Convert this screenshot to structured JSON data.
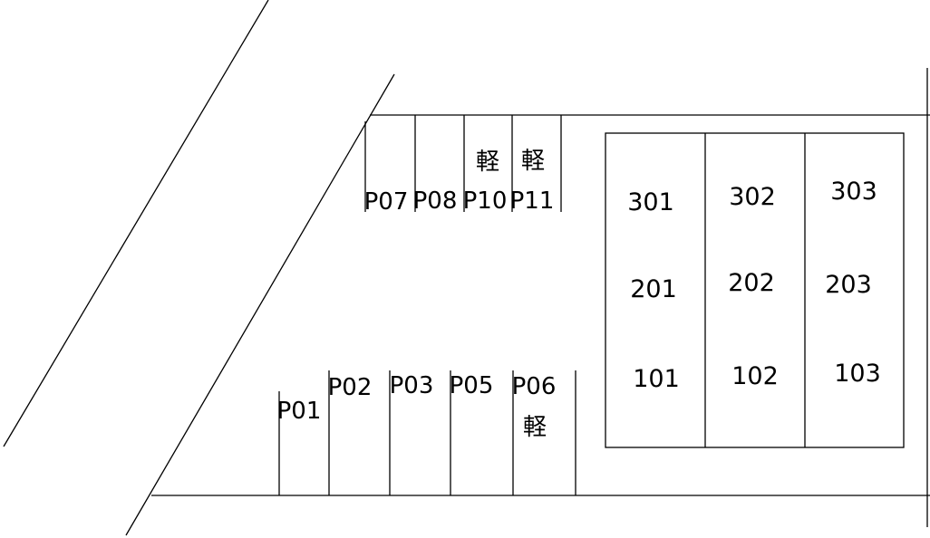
{
  "parking": {
    "top_row": [
      {
        "id": "P07",
        "label": "P07",
        "kei": ""
      },
      {
        "id": "P08",
        "label": "P08",
        "kei": ""
      },
      {
        "id": "P10",
        "label": "P10",
        "kei": "軽"
      },
      {
        "id": "P11",
        "label": "P11",
        "kei": "軽"
      }
    ],
    "bottom_row": [
      {
        "id": "P01",
        "label": "P01",
        "kei": ""
      },
      {
        "id": "P02",
        "label": "P02",
        "kei": ""
      },
      {
        "id": "P03",
        "label": "P03",
        "kei": ""
      },
      {
        "id": "P05",
        "label": "P05",
        "kei": ""
      },
      {
        "id": "P06",
        "label": "P06",
        "kei": "軽"
      }
    ]
  },
  "building": {
    "rooms": [
      [
        "301",
        "302",
        "303"
      ],
      [
        "201",
        "202",
        "203"
      ],
      [
        "101",
        "102",
        "103"
      ]
    ]
  },
  "colors": {
    "line": "#000000",
    "background": "#ffffff",
    "text": "#000000"
  }
}
